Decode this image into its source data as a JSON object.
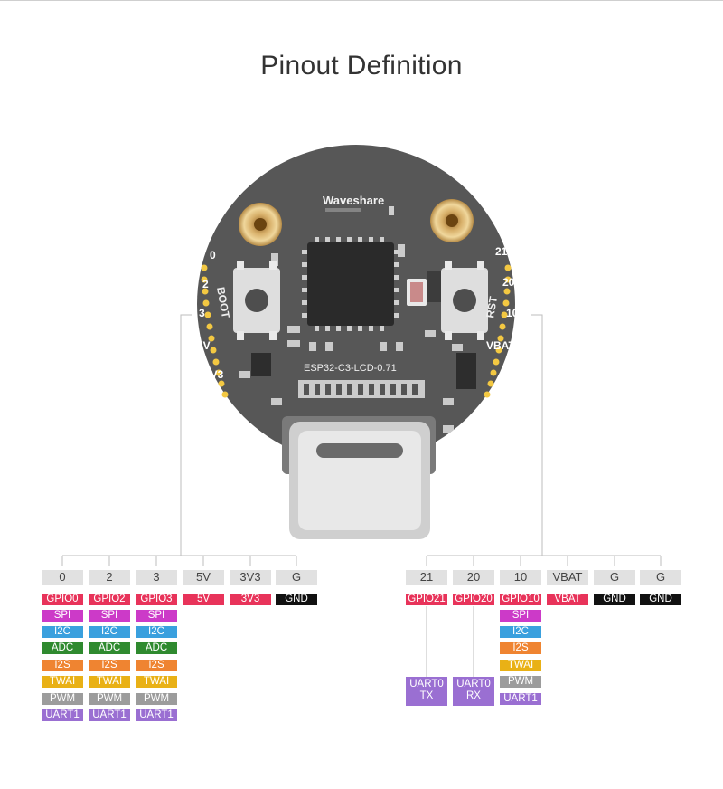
{
  "title": "Pinout Definition",
  "board": {
    "brand": "Waveshare",
    "model": "ESP32-C3-LCD-0.71",
    "left_button_label": "BOOT",
    "right_button_label": "RST",
    "left_pads": [
      "0",
      "2",
      "3",
      "5V",
      "3V3",
      "G"
    ],
    "right_pads": [
      "21",
      "20",
      "10",
      "VBAT",
      "G",
      "G"
    ]
  },
  "left_pins": [
    {
      "name": "0",
      "tags": [
        "GPIO0",
        "SPI",
        "I2C",
        "ADC",
        "I2S",
        "TWAI",
        "PWM",
        "UART1"
      ]
    },
    {
      "name": "2",
      "tags": [
        "GPIO2",
        "SPI",
        "I2C",
        "ADC",
        "I2S",
        "TWAI",
        "PWM",
        "UART1"
      ]
    },
    {
      "name": "3",
      "tags": [
        "GPIO3",
        "SPI",
        "I2C",
        "ADC",
        "I2S",
        "TWAI",
        "PWM",
        "UART1"
      ]
    },
    {
      "name": "5V",
      "tags": [
        "5V"
      ]
    },
    {
      "name": "3V3",
      "tags": [
        "3V3"
      ]
    },
    {
      "name": "G",
      "tags": [
        "GND"
      ]
    }
  ],
  "right_pins": [
    {
      "name": "21",
      "tags": [
        "GPIO21"
      ],
      "uart": [
        "UART0",
        "TX"
      ]
    },
    {
      "name": "20",
      "tags": [
        "GPIO20"
      ],
      "uart": [
        "UART0",
        "RX"
      ]
    },
    {
      "name": "10",
      "tags": [
        "GPIO10",
        "SPI",
        "I2C",
        "I2S",
        "TWAI",
        "PWM",
        "UART1"
      ]
    },
    {
      "name": "VBAT",
      "tags": [
        "VBAT"
      ]
    },
    {
      "name": "G",
      "tags": [
        "GND"
      ]
    },
    {
      "name": "G",
      "tags": [
        "GND"
      ]
    }
  ],
  "colors": {
    "GPIO": "#e8335a",
    "POWER": "#e8335a",
    "GND": "#111111",
    "SPI": "#cc3ac8",
    "I2C": "#3aa0de",
    "ADC": "#2f8a2f",
    "I2S": "#ef8431",
    "TWAI": "#e9b116",
    "PWM": "#9c9c9c",
    "UART": "#9a6fd2"
  },
  "icons": [
    "waveshare-logo",
    "boot-button",
    "rst-button",
    "usb-c-connector",
    "mcu-chip"
  ]
}
